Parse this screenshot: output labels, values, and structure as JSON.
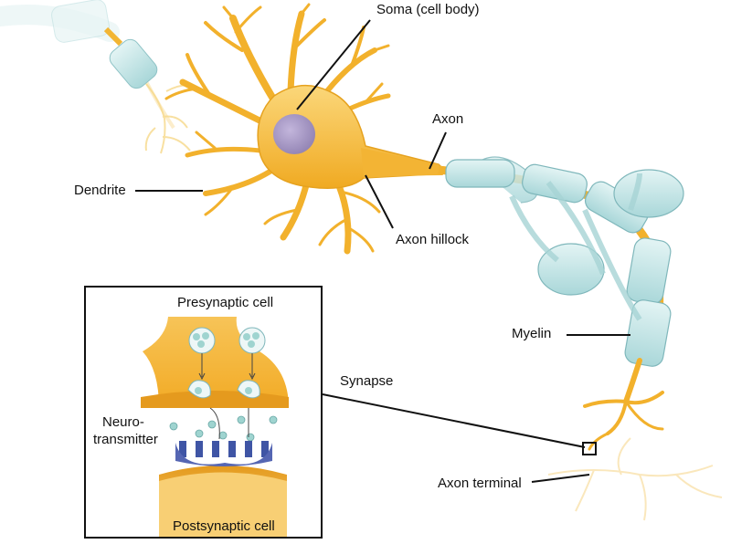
{
  "labels": {
    "soma": "Soma (cell body)",
    "axon": "Axon",
    "dendrite": "Dendrite",
    "axon_hillock": "Axon hillock",
    "myelin": "Myelin",
    "synapse": "Synapse",
    "axon_terminal": "Axon terminal"
  },
  "inset": {
    "presynaptic": "Presynaptic cell",
    "neurotransmitter_line1": "Neuro-",
    "neurotransmitter_line2": "transmitter",
    "postsynaptic": "Postsynaptic cell"
  },
  "colors": {
    "cell_fill": "#f5b833",
    "cell_light": "#fbd77a",
    "nucleus": "#a99bc4",
    "myelin": "#bfe3e3",
    "myelin_edge": "#7fb7bb",
    "receptor": "#4055a5",
    "vesicle": "#9fd4d0"
  }
}
